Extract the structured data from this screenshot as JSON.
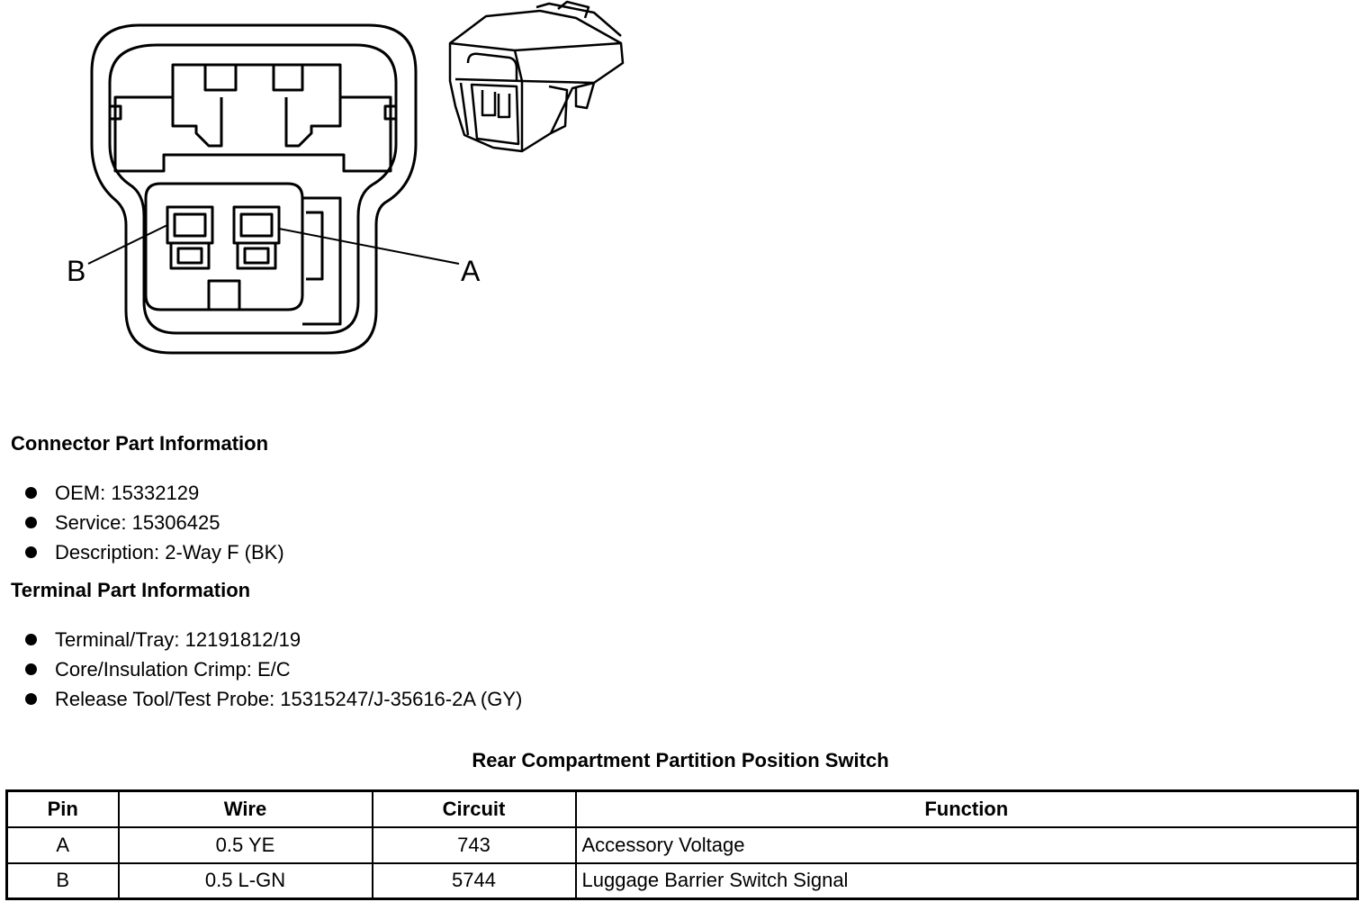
{
  "diagram": {
    "label_b": "B",
    "label_a": "A"
  },
  "connector_info": {
    "heading": "Connector Part Information",
    "items": [
      "OEM: 15332129",
      "Service: 15306425",
      "Description: 2-Way F (BK)"
    ]
  },
  "terminal_info": {
    "heading": "Terminal Part Information",
    "items": [
      "Terminal/Tray: 12191812/19",
      "Core/Insulation Crimp: E/C",
      "Release Tool/Test Probe: 15315247/J-35616-2A (GY)"
    ]
  },
  "pin_table": {
    "title": "Rear Compartment Partition Position Switch",
    "headers": [
      "Pin",
      "Wire",
      "Circuit",
      "Function"
    ],
    "rows": [
      [
        "A",
        "0.5 YE",
        "743",
        "Accessory Voltage"
      ],
      [
        "B",
        "0.5 L-GN",
        "5744",
        "Luggage Barrier Switch Signal"
      ]
    ]
  }
}
